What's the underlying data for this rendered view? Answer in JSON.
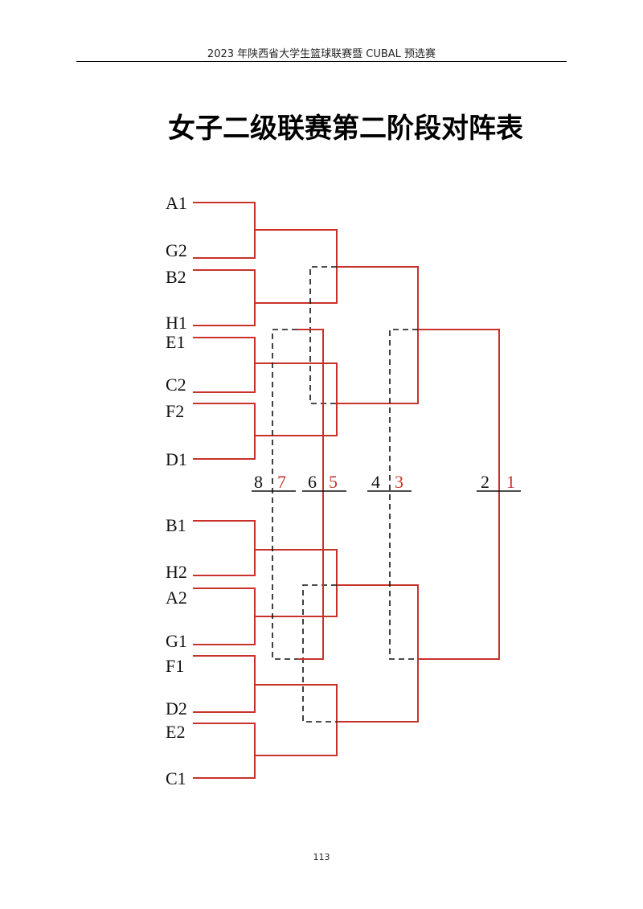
{
  "header": {
    "title": "2023 年陕西省大学生篮球联赛暨 CUBAL 预选赛"
  },
  "main_title": "女子二级联赛第二阶段对阵表",
  "page_number": "113",
  "colors": {
    "win_path": "#c8322b",
    "lose_path": "#111111"
  },
  "teams_top": [
    "A1",
    "G2",
    "B2",
    "H1",
    "E1",
    "C2",
    "F2",
    "D1"
  ],
  "teams_bottom": [
    "B1",
    "H2",
    "A2",
    "G1",
    "F1",
    "D2",
    "E2",
    "C1"
  ],
  "rank_labels": [
    {
      "lose": "8",
      "win": "7"
    },
    {
      "lose": "6",
      "win": "5"
    },
    {
      "lose": "4",
      "win": "3"
    },
    {
      "lose": "2",
      "win": "1"
    }
  ]
}
